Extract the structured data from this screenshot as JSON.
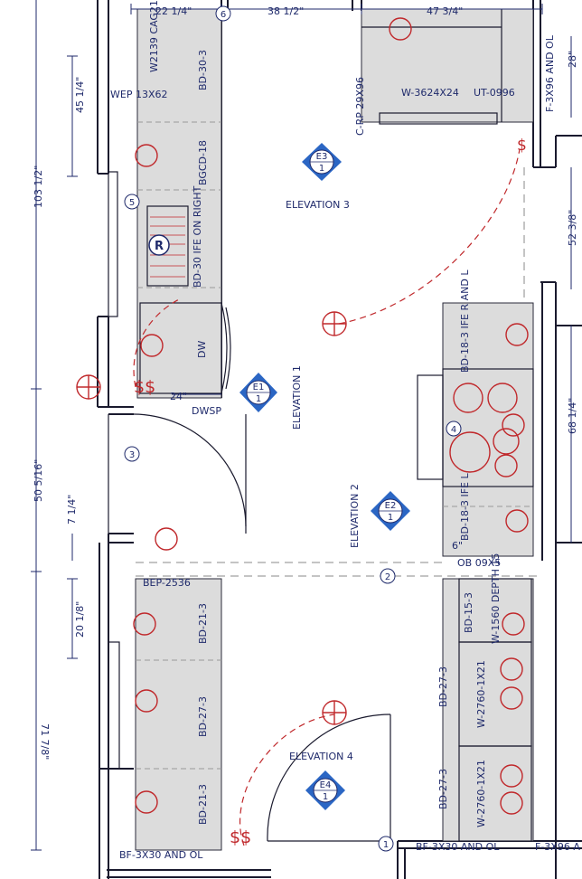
{
  "dimensions": {
    "top": [
      "22 1/4\"",
      "38 1/2\"",
      "47 3/4\""
    ],
    "left": [
      "45 1/4\"",
      "103 1/2\"",
      "50 5/16\"",
      "7 1/4\"",
      "20 1/8\"",
      "71 7/8\""
    ],
    "right": [
      "28\"",
      "52 3/8\"",
      "68 1/4\""
    ],
    "inner": [
      "24\"",
      "6\""
    ]
  },
  "cabinets": {
    "w2139": "W2139 CAG21",
    "bd303": "BD-30-3",
    "wep": "WEP 13X62",
    "bgcd18": "BGCD-18",
    "bd30": "BD-30 IFE ON RIGHT",
    "dw": "DW",
    "dwsp": "DWSP",
    "crp": "C-RP 29X96",
    "w3624": "W-3624X24",
    "ut": "UT-0996",
    "f3x96_top": "F-3X96 AND OL",
    "bd183_r": "BD-18-3 IFE R AND L",
    "bd183_l": "BD-18-3 IFE L",
    "ob": "OB 09X5",
    "bep": "BEP-2536",
    "bd213_a": "BD-21-3",
    "bd273_a": "BD-27-3",
    "bd213_b": "BD-21-3",
    "bd153": "BD-15-3",
    "w1560": "W-1560 DEPTH 15",
    "bd273_b": "BD-27-3",
    "w2760_a": "W-2760-1X21",
    "bd273_c": "BD-27-3",
    "w2760_b": "W-2760-1X21",
    "bf_left": "BF-3X30 AND OL",
    "bf_right": "BF-3X30 AND OL",
    "f3x96_bottom": "F-3X96 A"
  },
  "elevations": {
    "e1": "ELEVATION 1",
    "e2": "ELEVATION 2",
    "e3": "ELEVATION 3",
    "e4": "ELEVATION 4"
  },
  "tags": {
    "e1": {
      "code": "E1",
      "sheet": "1"
    },
    "e2": {
      "code": "E2",
      "sheet": "1"
    },
    "e3": {
      "code": "E3",
      "sheet": "1"
    },
    "e4": {
      "code": "E4",
      "sheet": "1"
    }
  },
  "numbers": [
    "1",
    "2",
    "3",
    "4",
    "5",
    "6"
  ],
  "symbols": {
    "fridge": "R",
    "switch": "$",
    "switch_double": "$$"
  },
  "colors": {
    "wall": "#1a1a2e",
    "annotation": "#1f2a6b",
    "fixture": "#c0282b",
    "cabinet_fill": "#dcdcdc",
    "tag": "#2b66c4"
  }
}
